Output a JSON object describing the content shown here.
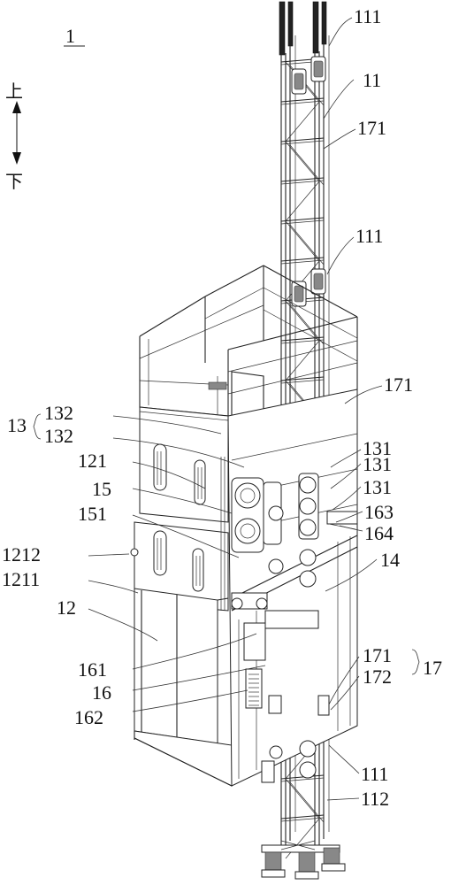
{
  "figure_number": "1",
  "direction": {
    "up": "上",
    "down": "下"
  },
  "labels": {
    "l111a": "111",
    "l11": "11",
    "l171a": "171",
    "l111b": "111",
    "l171b": "171",
    "l13": "13",
    "l132a": "132",
    "l132b": "132",
    "l121": "121",
    "l15": "15",
    "l151": "151",
    "l1212": "1212",
    "l1211": "1211",
    "l12": "12",
    "l131a": "131",
    "l131b": "131",
    "l131c": "131",
    "l163": "163",
    "l164": "164",
    "l14": "14",
    "l161": "161",
    "l16": "16",
    "l162": "162",
    "l171c": "171",
    "l172": "172",
    "l17": "17",
    "l111c": "111",
    "l112": "112"
  }
}
